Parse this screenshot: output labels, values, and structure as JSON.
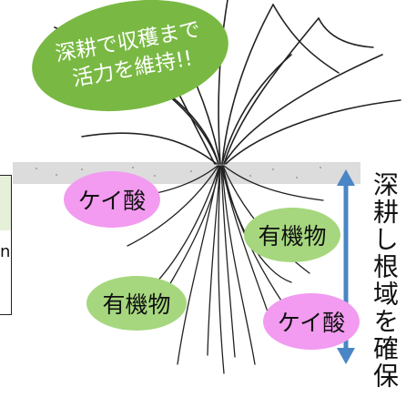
{
  "badge": {
    "line1": "深耕で収穫まで",
    "line2": "活力を維持!!",
    "color": "#79b943"
  },
  "labels": {
    "keisan_1": "ケイ酸",
    "yuki_1": "有機物",
    "yuki_2": "有機物",
    "keisan_2": "ケイ酸"
  },
  "colors": {
    "keisan_fill": "#f29bf0",
    "yuki_fill": "#a6d77e",
    "arrow": "#4a86c5",
    "soil": "#d9d9d9"
  },
  "vertical_caption": "深耕し根域を確保",
  "table_fragment": {
    "cell_text": "n"
  }
}
